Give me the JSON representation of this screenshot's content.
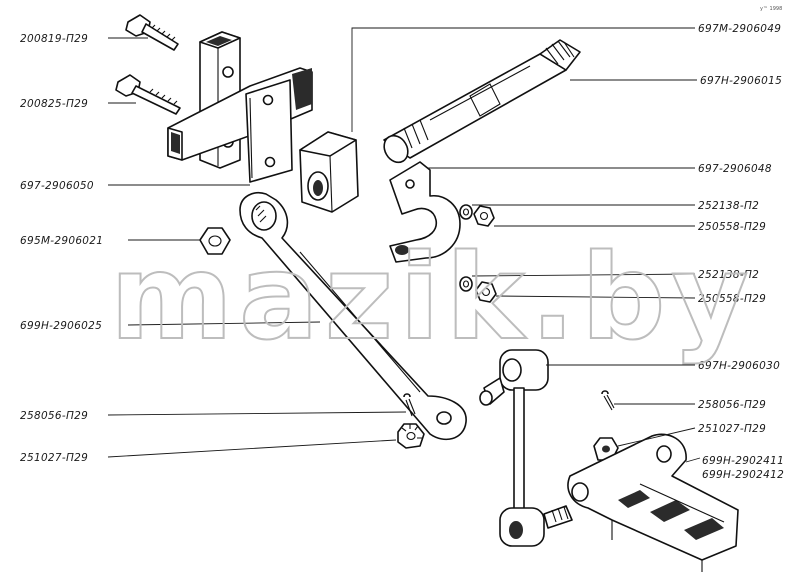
{
  "watermark": "mazik.by",
  "corner_mark": "y™ 1998",
  "labels": [
    {
      "id": "l1",
      "text": "200819-П29"
    },
    {
      "id": "l2",
      "text": "200825-П29"
    },
    {
      "id": "l3",
      "text": "697-2906050"
    },
    {
      "id": "l4",
      "text": "695М-2906021"
    },
    {
      "id": "l5",
      "text": "699Н-2906025"
    },
    {
      "id": "l6",
      "text": "258056-П29"
    },
    {
      "id": "l7",
      "text": "251027-П29"
    },
    {
      "id": "l8",
      "text": "697М-2906049"
    },
    {
      "id": "l9",
      "text": "697Н-2906015"
    },
    {
      "id": "l10",
      "text": "697-2906048"
    },
    {
      "id": "l11",
      "text": "252138-П2"
    },
    {
      "id": "l12",
      "text": "250558-П29"
    },
    {
      "id": "l13",
      "text": "252138-П2"
    },
    {
      "id": "l14",
      "text": "250558-П29"
    },
    {
      "id": "l15",
      "text": "697Н-2906030"
    },
    {
      "id": "l16",
      "text": "258056-П29"
    },
    {
      "id": "l17",
      "text": "251027-П29"
    },
    {
      "id": "l18",
      "text": "699Н-2902411"
    },
    {
      "id": "l19",
      "text": "699Н-2902412"
    }
  ]
}
